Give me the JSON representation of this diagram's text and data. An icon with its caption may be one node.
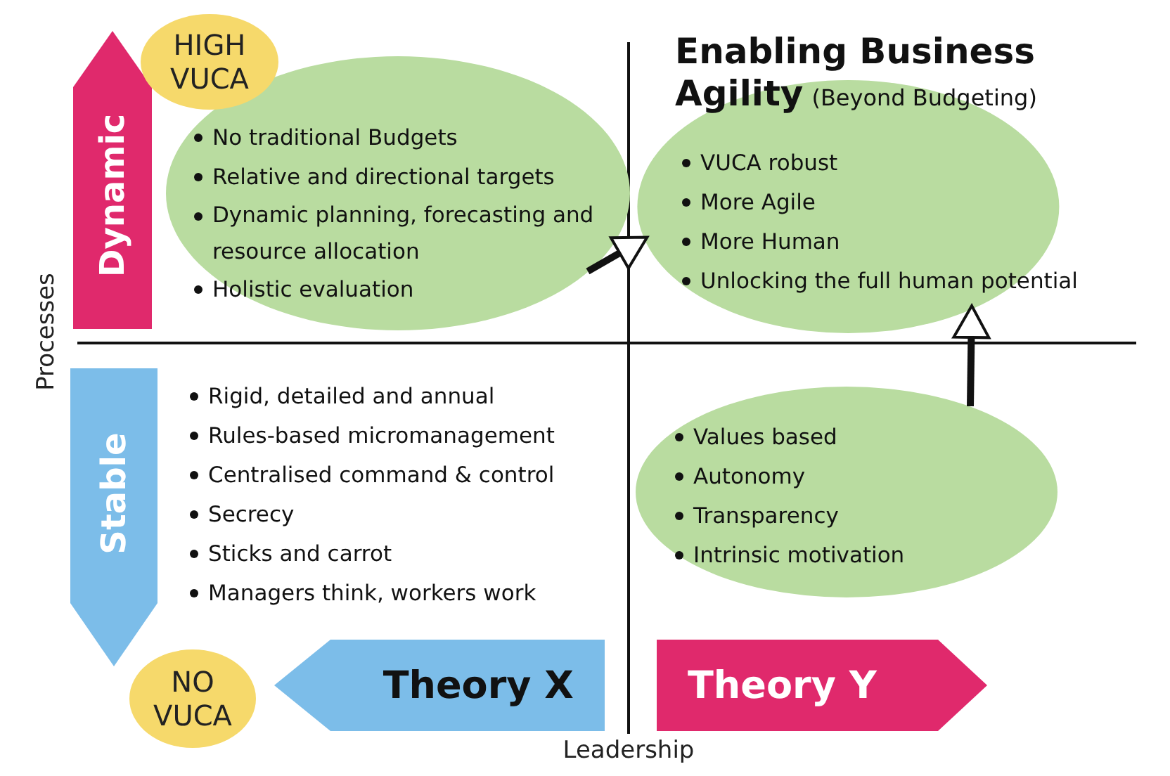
{
  "diagram": {
    "nodes": [
      {
        "text": [
          "HIGH VUCA"
        ]
      },
      {
        "text": [
          "Dynamic"
        ]
      },
      {
        "text": [
          "No traditional Budgets",
          "Relative and directional targets",
          "Dynamic planning, forecasting and resource allocation",
          "Holistic evaluation"
        ]
      },
      {
        "text": [
          "Enabling Business Agility",
          "(Beyond Budgeting)",
          "VUCA robust",
          "More Agile",
          "More Human",
          "Unlocking the full human potential"
        ]
      },
      {
        "text": [
          "Stable"
        ]
      },
      {
        "text": [
          "Values based",
          "Autonomy",
          "Transparency",
          "Intrinsic motivation"
        ]
      },
      {
        "text": [
          "NO VUCA"
        ]
      },
      {
        "text": [
          "Theory X"
        ]
      },
      {
        "text": [
          "Theory Y"
        ]
      }
    ],
    "edges": [
      {
        "from": 2,
        "to": 3,
        "arrow": "to"
      },
      {
        "from": 5,
        "to": 3,
        "arrow": "to"
      }
    ],
    "labels": [
      "Processes",
      "Rigid, detailed and annual",
      "Rules-based micromanagement",
      "Centralised command & control",
      "Secrecy",
      "Sticks and carrot",
      "Managers think, workers work",
      "Leadership"
    ]
  }
}
